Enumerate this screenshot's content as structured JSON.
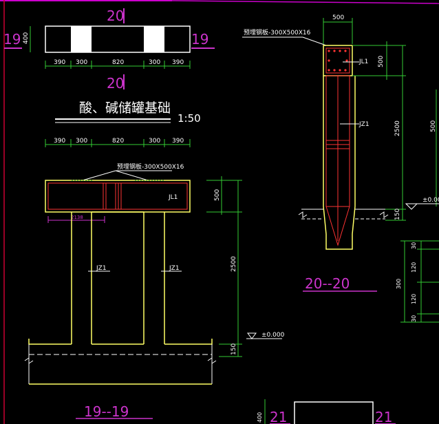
{
  "colors": {
    "background": "#000000",
    "line_white": "#ffffff",
    "concrete": "#ffff66",
    "dimension": "#33cc33",
    "rebar": "#ff3333",
    "section_label": "#cc33cc"
  },
  "plan_view": {
    "section_mark_top": "20",
    "section_mark_bottom": "20",
    "side_mark_left": "19",
    "side_mark_right": "19",
    "height_dim": "400",
    "dims": [
      "390",
      "300",
      "820",
      "300",
      "390"
    ]
  },
  "title": {
    "text": "酸、碱储罐基础",
    "scale": "1:50"
  },
  "section_19": {
    "top_dims": [
      "390",
      "300",
      "820",
      "300",
      "390"
    ],
    "embed_note": "预埋钢板-300X500X16",
    "beam_label": "JL1",
    "inner_dim": "2138",
    "col_left": "JZ1",
    "col_right": "JZ1",
    "right_dims": [
      "500",
      "2500",
      "150"
    ],
    "elevation": "±0.000",
    "section_label": "19--19"
  },
  "section_20": {
    "top_dim": "500",
    "embed_note": "预埋钢板-300X500X16",
    "beam_label": "JL1",
    "col_label": "JZ1",
    "right_dims": [
      "500",
      "2500",
      "150"
    ],
    "far_dim": "500",
    "elevation": "±0.00",
    "section_label": "20--20"
  },
  "detail_right": {
    "dims": [
      "30",
      "120",
      "300",
      "120",
      "30"
    ]
  },
  "section_21": {
    "left_mark": "21",
    "right_mark": "21",
    "dim": "400"
  }
}
